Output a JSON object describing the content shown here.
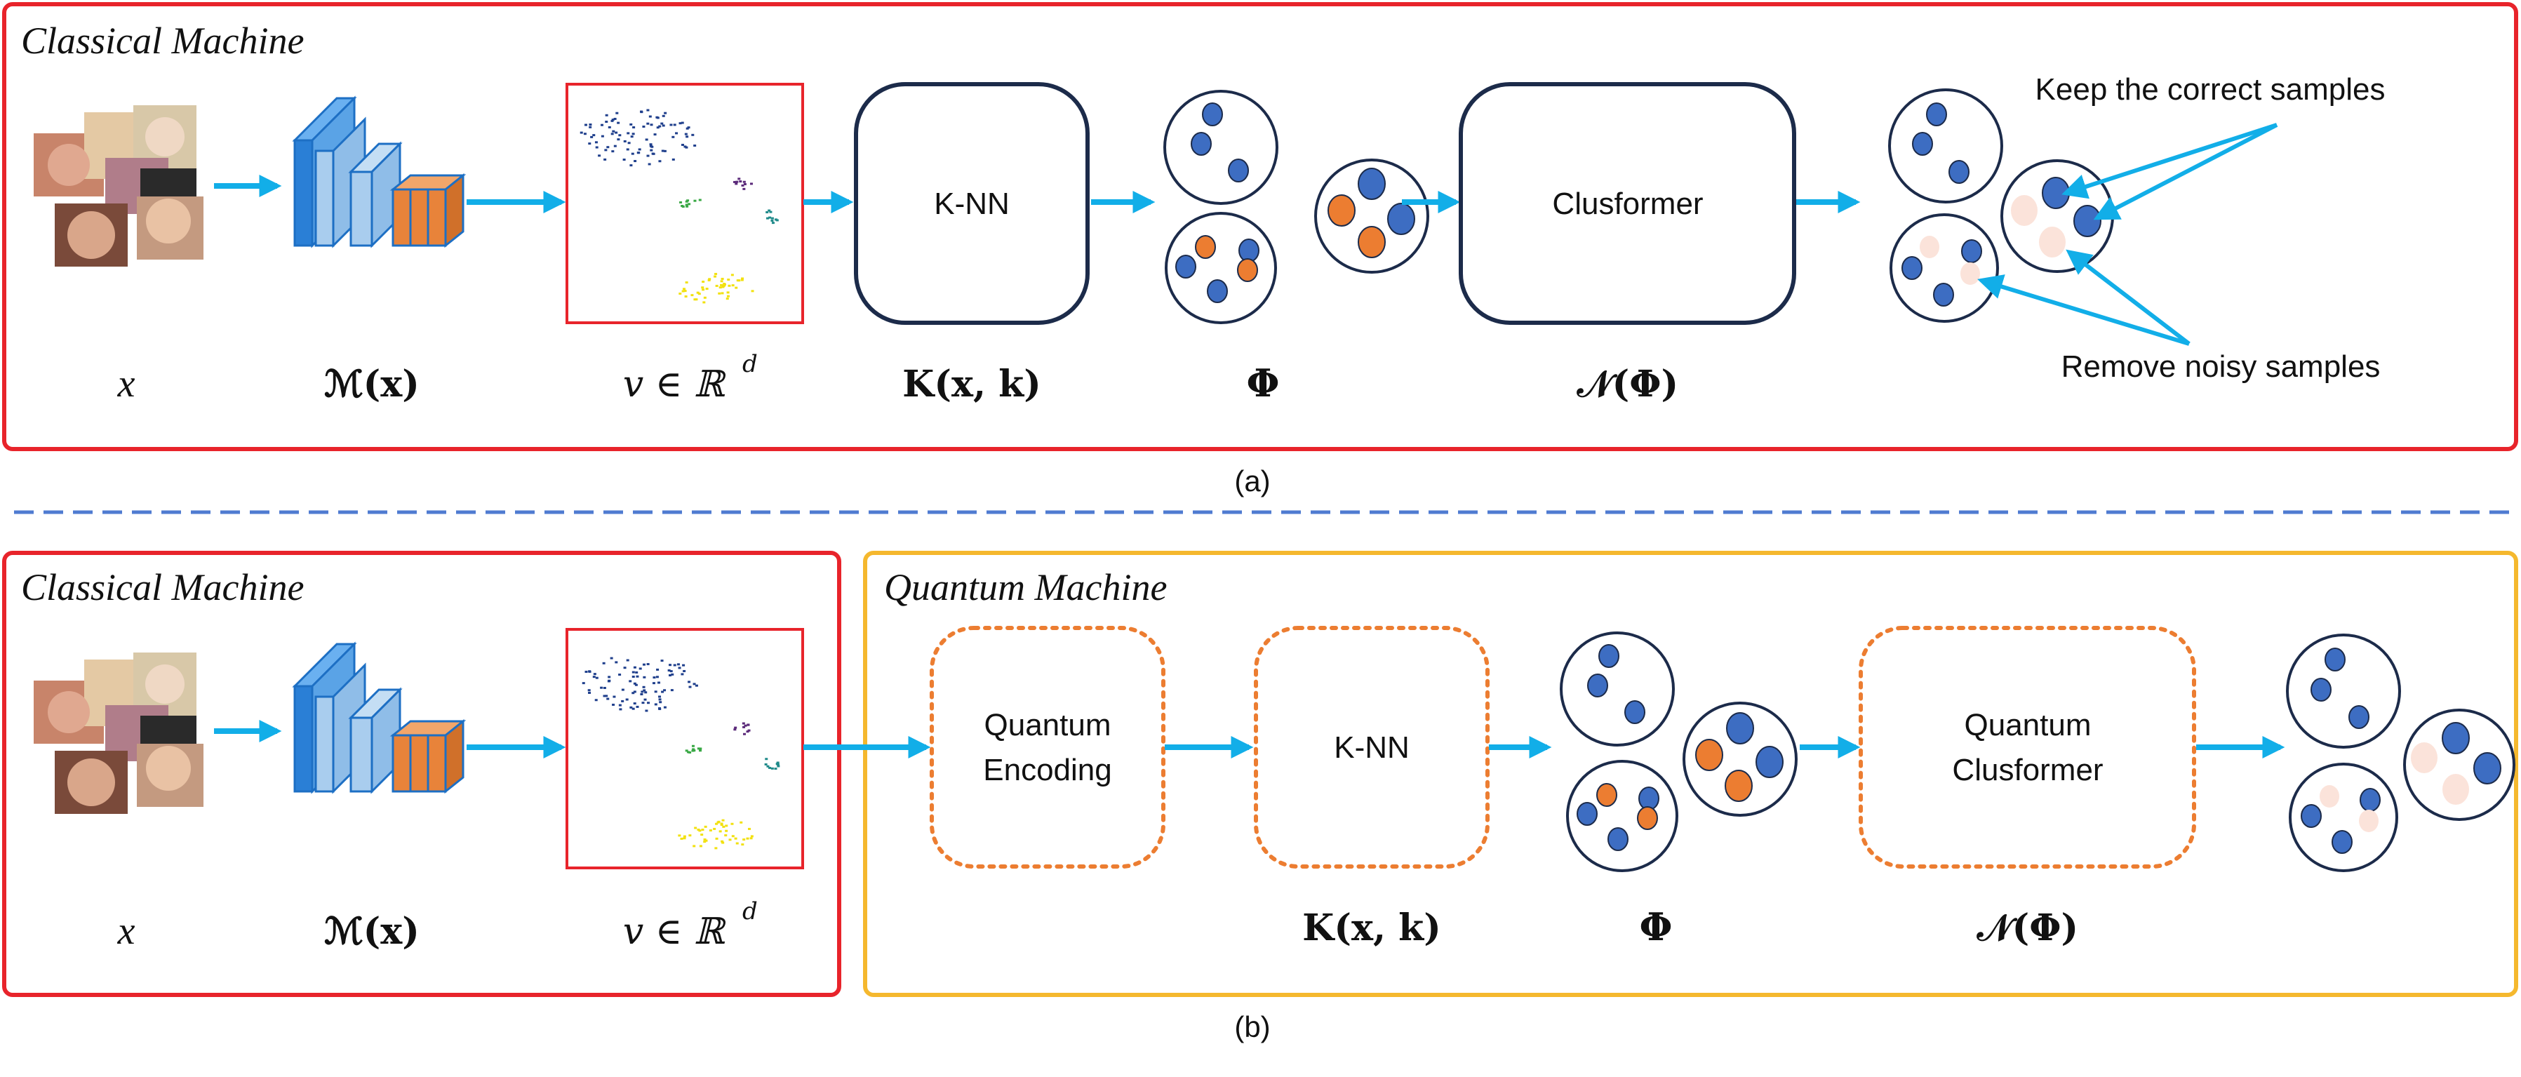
{
  "panel_a": {
    "frame_title": "Classical Machine",
    "knn_label": "K-NN",
    "clusformer_label": "Clusformer",
    "keep_annotation": "Keep the correct samples",
    "remove_annotation": "Remove noisy samples",
    "caption": "(a)",
    "math": {
      "input": "x",
      "model": "ℳ(x)",
      "embedding": "v ∈ ℝ",
      "embedding_sup": "d",
      "knn": "K(x, k)",
      "phi": "Φ",
      "clusformer": "𝒩(Φ)"
    }
  },
  "panel_b": {
    "classical_title": "Classical Machine",
    "quantum_title": "Quantum Machine",
    "encoding_line1": "Quantum",
    "encoding_line2": "Encoding",
    "knn_label": "K-NN",
    "clusformer_line1": "Quantum",
    "clusformer_line2": "Clusformer",
    "caption": "(b)",
    "math": {
      "input": "x",
      "model": "ℳ(x)",
      "embedding": "v ∈ ℝ",
      "embedding_sup": "d",
      "knn": "K(x, k)",
      "phi": "Φ",
      "clusformer": "𝒩(Φ)"
    }
  },
  "colors": {
    "classical_frame": "#e8242b",
    "quantum_frame": "#f5b82e",
    "arrow": "#12aee8",
    "node_border": "#1c2b4a",
    "quantum_node_border": "#ec7d31",
    "sample_blue": "#3d6dc2",
    "sample_orange": "#ec7d31",
    "sample_faded": "#fbe3da",
    "cnn_blue": "#2a7fd6",
    "cnn_orange": "#e8833a",
    "divider": "#4f7bd1",
    "scatter_blue": "#1f3f8c",
    "scatter_purple": "#5b2a7a",
    "scatter_green": "#39a845",
    "scatter_teal": "#1f8a8a",
    "scatter_yellow": "#f2e10f"
  }
}
